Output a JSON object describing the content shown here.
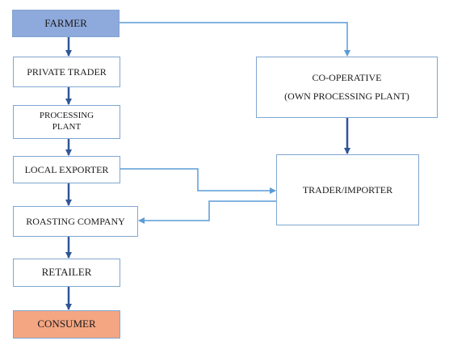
{
  "nodes": {
    "farmer": "FARMER",
    "private_trader": "PRIVATE TRADER",
    "processing_plant_line1": "PROCESSING",
    "processing_plant_line2": "PLANT",
    "local_exporter": "LOCAL EXPORTER",
    "roasting_company": "ROASTING COMPANY",
    "retailer": "RETAILER",
    "consumer": "CONSUMER",
    "cooperative_line1": "CO-OPERATIVE",
    "cooperative_line2": "(OWN PROCESSING PLANT)",
    "trader_importer": "TRADER/IMPORTER"
  },
  "colors": {
    "farmer_fill": "#8ea9db",
    "consumer_fill": "#f4a582",
    "box_border": "#7fa6d1",
    "arrow_light": "#5b9bd5",
    "arrow_dark": "#2f5597"
  }
}
